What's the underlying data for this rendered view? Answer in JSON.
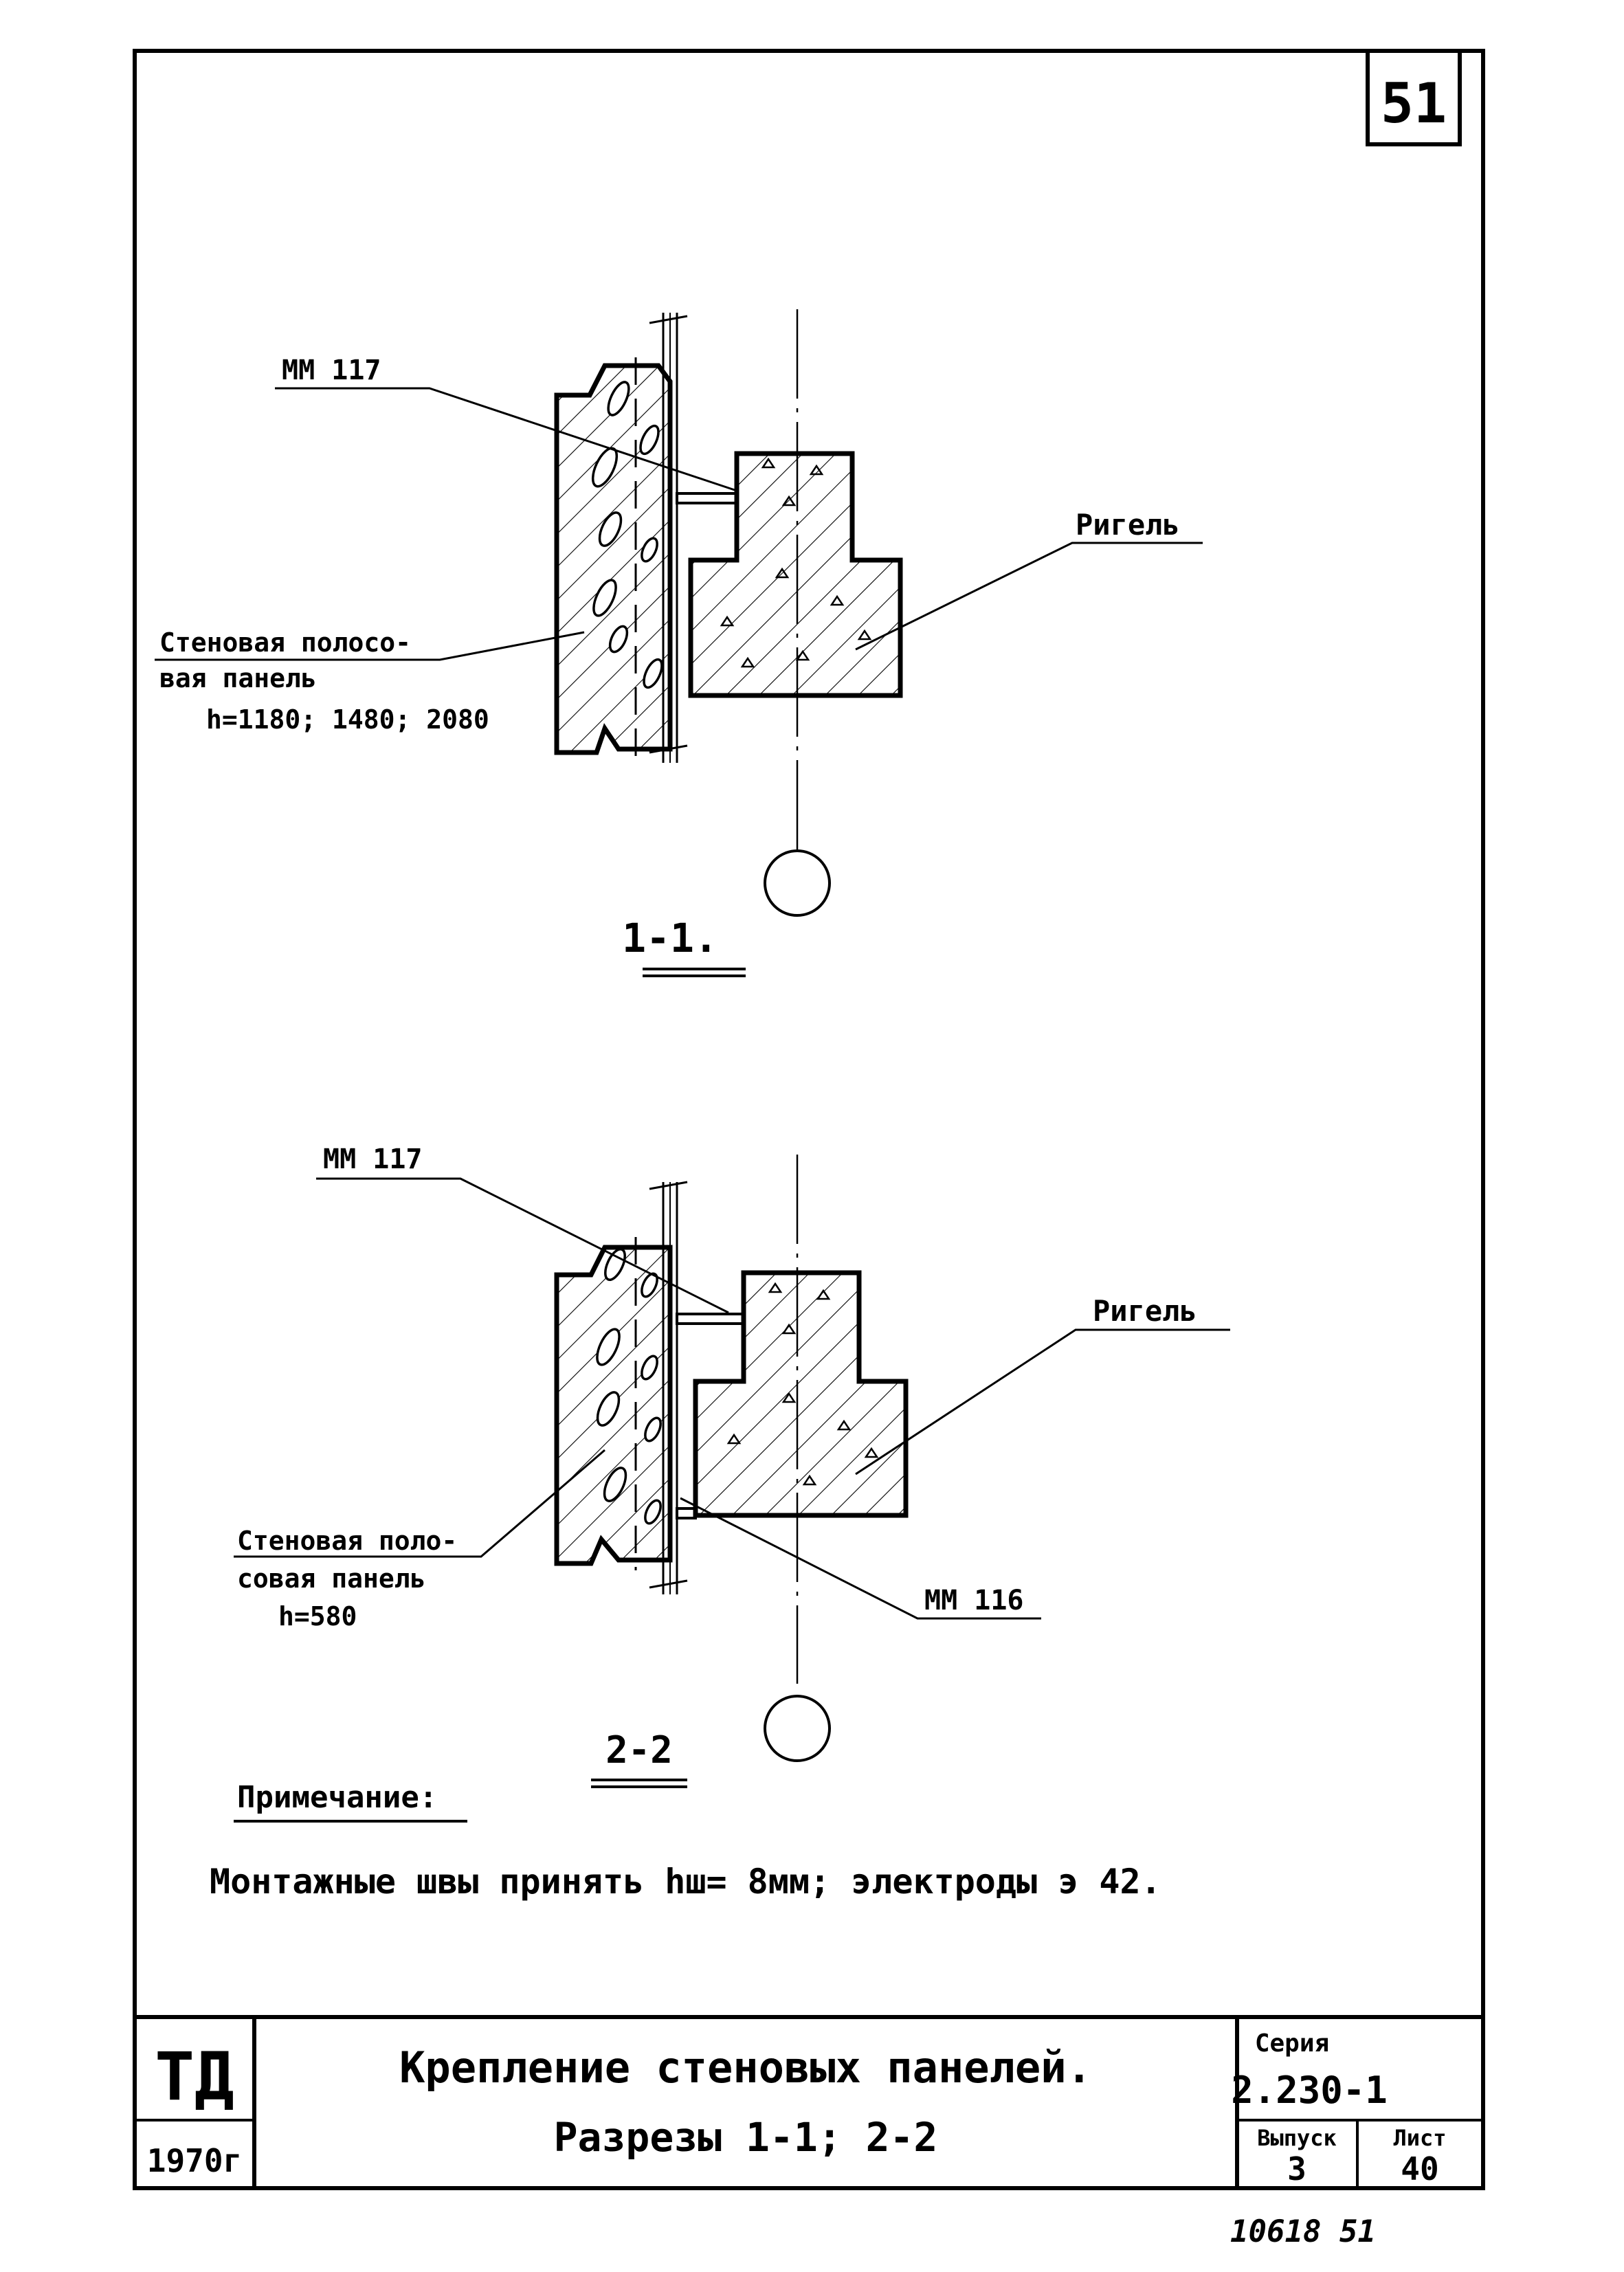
{
  "sheet_number": "51",
  "section_1": {
    "leader_mm117": "ММ 117",
    "rigel": "Ригель",
    "panel_line1": "Стеновая полосо-",
    "panel_line2": "вая панель",
    "panel_line3": "h=1180; 1480; 2080",
    "section_title": "1-1."
  },
  "section_2": {
    "leader_mm117": "ММ 117",
    "rigel": "Ригель",
    "leader_mm116": "ММ 116",
    "panel_line1": "Стеновая поло-",
    "panel_line2": "совая панель",
    "panel_line3": "h=580",
    "section_title": "2-2"
  },
  "note": {
    "heading": "Примечание:",
    "text": "Монтажные швы принять hш= 8мм; электроды э 42."
  },
  "title_block": {
    "org": "ТД",
    "year": "1970г",
    "title_line1": "Крепление стеновых панелей.",
    "title_line2": "Разрезы 1-1; 2-2",
    "series_label": "Серия",
    "series_value": "2.230-1",
    "issue_label": "Выпуск",
    "issue_value": "3",
    "sheet_label": "Лист",
    "sheet_value": "40"
  },
  "footer_note": "10618   51"
}
